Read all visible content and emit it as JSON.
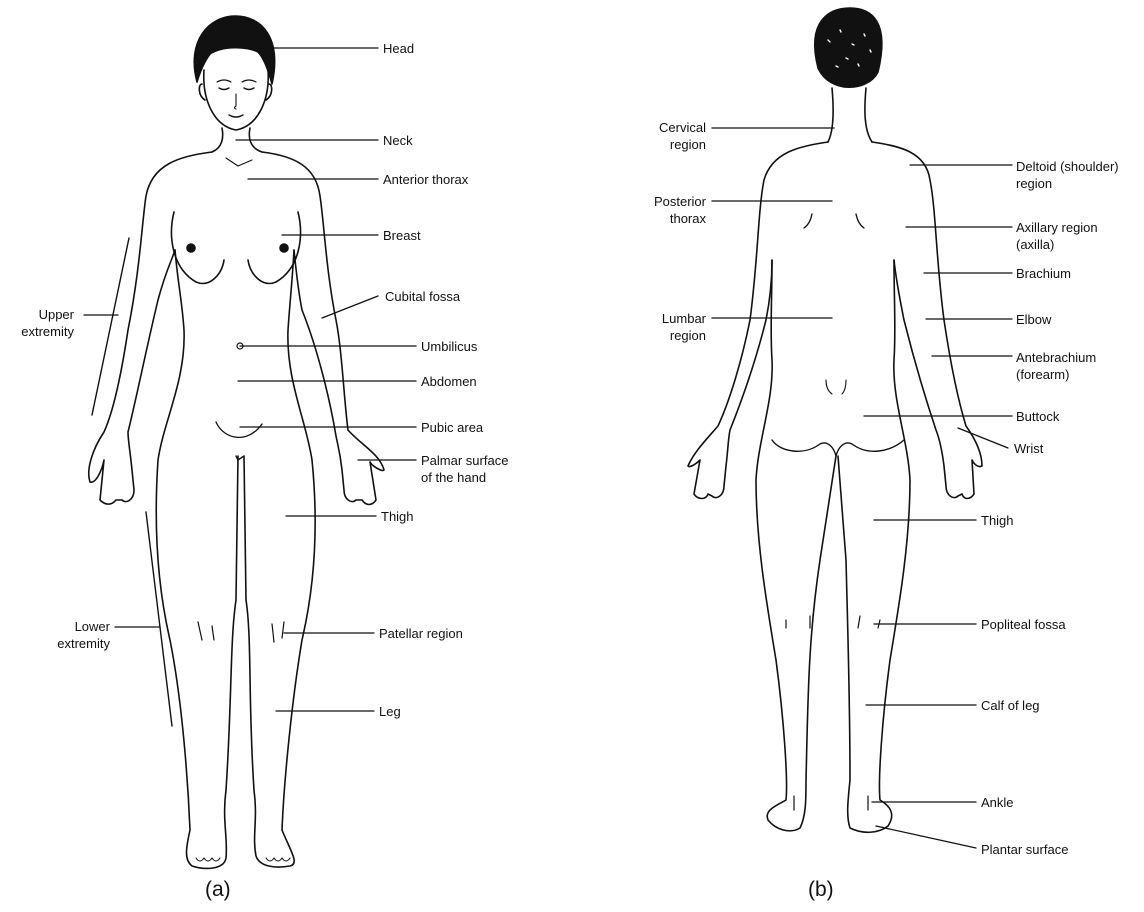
{
  "panel_a": {
    "caption": "(a)",
    "labels": {
      "head": "Head",
      "neck": "Neck",
      "anterior_thorax": "Anterior thorax",
      "breast": "Breast",
      "cubital_fossa": "Cubital fossa",
      "umbilicus": "Umbilicus",
      "abdomen": "Abdomen",
      "pubic_area": "Pubic area",
      "palmar_1": "Palmar surface",
      "palmar_2": "of the hand",
      "thigh": "Thigh",
      "patellar": "Patellar region",
      "leg": "Leg",
      "upper_1": "Upper",
      "upper_2": "extremity",
      "lower_1": "Lower",
      "lower_2": "extremity"
    }
  },
  "panel_b": {
    "caption": "(b)",
    "labels": {
      "cervical_1": "Cervical",
      "cervical_2": "region",
      "posterior_1": "Posterior",
      "posterior_2": "thorax",
      "lumbar_1": "Lumbar",
      "lumbar_2": "region",
      "deltoid_1": "Deltoid (shoulder)",
      "deltoid_2": "region",
      "axillary_1": "Axillary region",
      "axillary_2": "(axilla)",
      "brachium": "Brachium",
      "elbow": "Elbow",
      "antebrachium_1": "Antebrachium",
      "antebrachium_2": "(forearm)",
      "buttock": "Buttock",
      "wrist": "Wrist",
      "thigh": "Thigh",
      "popliteal": "Popliteal fossa",
      "calf": "Calf of leg",
      "ankle": "Ankle",
      "plantar": "Plantar surface"
    }
  }
}
